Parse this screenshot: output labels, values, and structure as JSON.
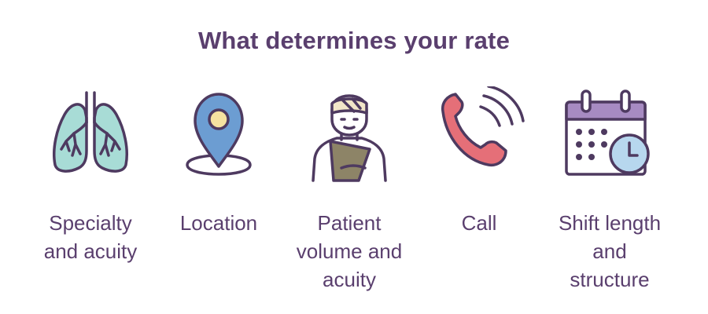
{
  "title": "What determines your rate",
  "factors": [
    {
      "icon": "lungs-icon",
      "lines": [
        "Specialty",
        "and acuity"
      ]
    },
    {
      "icon": "location-pin-icon",
      "lines": [
        "Location"
      ]
    },
    {
      "icon": "patient-icon",
      "lines": [
        "Patient",
        "volume and",
        "acuity"
      ]
    },
    {
      "icon": "phone-call-icon",
      "lines": [
        "Call"
      ]
    },
    {
      "icon": "calendar-clock-icon",
      "lines": [
        "Shift length",
        "and",
        "structure"
      ]
    }
  ],
  "colors": {
    "text": "#5a3f6e",
    "outline": "#4e3a60",
    "lung_fill": "#a8dcd6",
    "pin_fill": "#6c9dd2",
    "pin_center": "#f5e2a0",
    "bandage": "#f2e6c8",
    "sling": "#8d8467",
    "phone": "#e56f78",
    "calendar_header": "#a78bc2",
    "clock_fill": "#b7d7ee"
  }
}
